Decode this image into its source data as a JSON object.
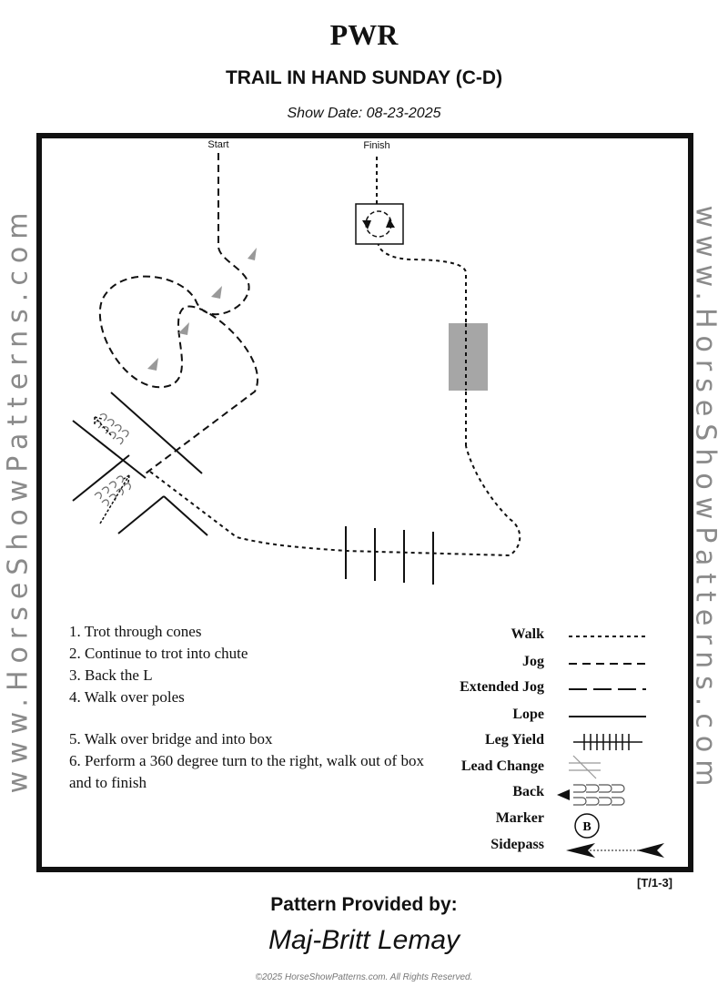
{
  "header": {
    "organization": "PWR",
    "class_title": "TRAIL IN HAND SUNDAY (C-D)",
    "show_date": "Show Date: 08-23-2025"
  },
  "watermark": "www.HorseShowPatterns.com",
  "diagram": {
    "start_label": "Start",
    "finish_label": "Finish",
    "marker_letter": "B"
  },
  "instructions": [
    "1. Trot through cones",
    "2. Continue to trot into chute",
    "3. Back the L",
    "4. Walk over poles",
    "5. Walk over bridge and into box",
    "6. Perform a 360 degree turn to the right, walk out of box and to finish"
  ],
  "legend": [
    {
      "label": "Walk",
      "icon": "walk-line-icon"
    },
    {
      "label": "Jog",
      "icon": "jog-line-icon"
    },
    {
      "label": "Extended Jog",
      "icon": "extended-jog-line-icon"
    },
    {
      "label": "Lope",
      "icon": "lope-line-icon"
    },
    {
      "label": "Leg Yield",
      "icon": "leg-yield-icon"
    },
    {
      "label": "Lead Change",
      "icon": "lead-change-icon"
    },
    {
      "label": "Back",
      "icon": "back-icon"
    },
    {
      "label": "Marker",
      "icon": "marker-icon"
    },
    {
      "label": "Sidepass",
      "icon": "sidepass-icon"
    }
  ],
  "footer": {
    "pattern_code": "[T/1-3]",
    "provided_by": "Pattern Provided by:",
    "author": "Maj-Britt Lemay",
    "copyright": "©2025 HorseShowPatterns.com. All Rights Reserved."
  }
}
